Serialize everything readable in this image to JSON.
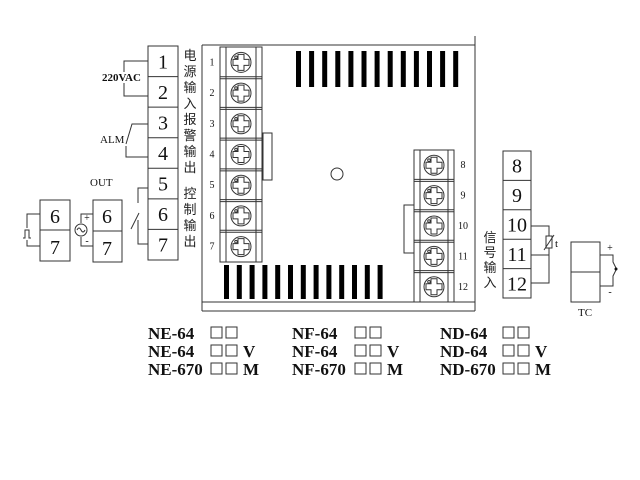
{
  "left_terminals": {
    "numbers": [
      "1",
      "2",
      "3",
      "4",
      "5",
      "6",
      "7"
    ],
    "power_label": "220VAC",
    "alarm_label": "ALM",
    "out_label": "OUT",
    "group_labels": {
      "power_input": [
        "电",
        "源",
        "输",
        "入"
      ],
      "alarm_output": [
        "报",
        "警",
        "输",
        "出"
      ],
      "control_output": [
        "控",
        "制",
        "输",
        "出"
      ]
    }
  },
  "output_options": {
    "pulse_block": [
      "6",
      "7"
    ],
    "analog_block": [
      "6",
      "7"
    ],
    "analog_polarity": [
      "+",
      "-"
    ]
  },
  "device": {
    "left_block_numbers": [
      "1",
      "2",
      "3",
      "4",
      "5",
      "6",
      "7"
    ],
    "right_block_numbers": [
      "8",
      "9",
      "10",
      "11",
      "12"
    ],
    "top_vent_slots": 13,
    "bottom_vent_slots": 13
  },
  "right_terminals": {
    "numbers": [
      "8",
      "9",
      "10",
      "11",
      "12"
    ],
    "signal_label": [
      "信",
      "号",
      "输",
      "入"
    ],
    "rtd_label": "t",
    "tc_label": "TC",
    "tc_polarity": [
      "+",
      "-"
    ]
  },
  "models": [
    {
      "name": "NE-64",
      "suffix": ""
    },
    {
      "name": "NE-64",
      "suffix": "V"
    },
    {
      "name": "NE-670",
      "suffix": "M"
    },
    {
      "name": "NF-64",
      "suffix": ""
    },
    {
      "name": "NF-64",
      "suffix": "V"
    },
    {
      "name": "NF-670",
      "suffix": "M"
    },
    {
      "name": "ND-64",
      "suffix": ""
    },
    {
      "name": "ND-64",
      "suffix": "V"
    },
    {
      "name": "ND-670",
      "suffix": "M"
    }
  ]
}
